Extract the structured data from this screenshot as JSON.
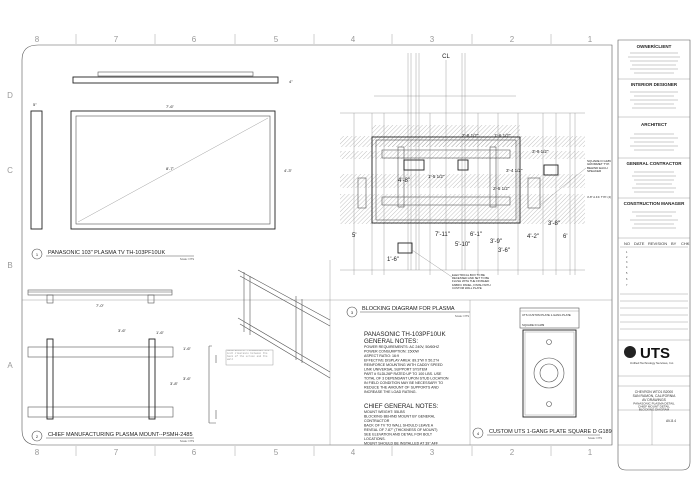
{
  "sheet": {
    "zones_top": [
      "8",
      "7",
      "6",
      "5",
      "4",
      "3",
      "2",
      "1"
    ],
    "zones_side": [
      "D",
      "C",
      "B",
      "A"
    ],
    "centerline": "CL"
  },
  "views": {
    "tv": {
      "number": "1",
      "title": "PANASONIC 103\" PLASMA TV TH-103PF10UK",
      "scale": "Scale: NTS",
      "dims": {
        "width": "7'-6\"",
        "height": "4'-3\"",
        "diag": "8'-7\"",
        "depth": "5\"",
        "top_depth": "4\""
      }
    },
    "mount": {
      "number": "2",
      "title": "CHIEF MANUFACTURING PLASMA MOUNT--PSMH-2485",
      "scale": "Scale: NTS",
      "dims": {
        "top_a": "3'-6\"",
        "top_b": "1'-6\"",
        "h1": "1'-6\"",
        "h2": "3'-6\"",
        "h3": "3'-8\"",
        "width": "7'-0\""
      },
      "note": "Manufacturer recommends 3/8 inch clearance between the back of the screen and the wall"
    },
    "blocking": {
      "number": "3",
      "title": "BLOCKING DIAGRAM FOR PLASMA",
      "scale": "Scale: NTS",
      "dims": [
        "2'-8 1/2\"",
        "1'-6 1/2\"",
        "3'-9 1/2\"",
        "3'-4 1/2\"",
        "4'-8\"",
        "1'-5 1/2\"",
        "2'-5 1/2\"",
        "3'-8\"",
        "5'",
        "7'-11\"",
        "6'-1\"",
        "5'-10\"",
        "3'-9\"",
        "3'-6\"",
        "4'-2\"",
        "6'",
        "1'-6\""
      ],
      "callout_electrical": "ELECTRICAL BOX TO BE RECESSED AND SET TO BE FLUSH WITH THE FINISHED FABRIC PANEL, FINISH WITH CUSTOM WALL PLATE",
      "callout_square": "SQUARE D G189 GROMMET TYP. BEHIND EACH SPEAKER",
      "callout_typ": "4'-8\" A.F.F. TYP. (4)"
    },
    "plate": {
      "number": "4",
      "title": "CUSTOM UTS 1-GANG PLATE SQUARE D G189",
      "scale": "Scale: NTS",
      "block_label": "UTS CUSTOM PLATE 1-GANG PLATE",
      "block_sub": "SQUARE D G189"
    }
  },
  "notes": {
    "panasonic_heading": "PANASONIC TH-103PF10UK",
    "general_heading": "GENERAL NOTES:",
    "general_lines": [
      "POWER REQUIREMENTS: AC 240V, 50/60HZ",
      "POWER CONSUMPTION: 1500W",
      "ASPECT RATIO: 16:9",
      "EFFECTIVE DISPLAY AREA: 89.3\"W X 50.2\"H",
      "REINFORCE MOUNTING WITH CADDY SPEED",
      "LINK UNIVERSAL SUPPORT SYSTEM",
      "PART # SLDL26P RATED UP TO 100 LBS. USE",
      "TOTAL OF 3 DEPENDANT UPON STUD LOCATION",
      "IN FIELD CONDITION MAY BE NECESSARY TO",
      "REDUCE THE AMOUNT OF SUPPORTS AND",
      "INCREASE THE LOAD RATING."
    ],
    "chief_heading": "CHIEF GENERAL NOTES:",
    "chief_lines": [
      "MOUNT WEIGHT: 55LBS",
      "BLOCKING BEHIND MOUNT BY GENERAL",
      "CONTRACTOR",
      "BACK OF TV TO WALL SHOULD LEAVE A",
      "REVEAL OF 7.87\" (THICKNESS OF MOUNT)",
      "SEE ELEVATION AND DETAIL FOR BOLT",
      "LOCATIONS.",
      "MOUNT SHOULD BE INSTALLED AT 39\" AFF"
    ]
  },
  "title_block": {
    "sections": [
      "OWNER/CLIENT",
      "INTERIOR DESIGNER",
      "ARCHITECT",
      "GENERAL CONTRACTOR",
      "CONSTRUCTION MANAGER"
    ],
    "revision_headers": [
      "NO",
      "DATE",
      "REVISION",
      "BY",
      "CHK"
    ],
    "revision_rows": [
      "1",
      "2",
      "3",
      "4",
      "5",
      "6",
      "7"
    ],
    "logo": "UTS",
    "company": "Unified Technology Services, Inc.",
    "project": [
      "CHEVRON WTO1 B2000",
      "SAN RAMON, CALIFORNIA",
      "AV DRAWINGS"
    ],
    "drawing_title": [
      "PANASONIC PLASMA DETAIL",
      "CHIEF MOUNT DETAIL",
      "BLOCKING DIAGRAM"
    ],
    "sheet_number": "AV-8.4"
  }
}
